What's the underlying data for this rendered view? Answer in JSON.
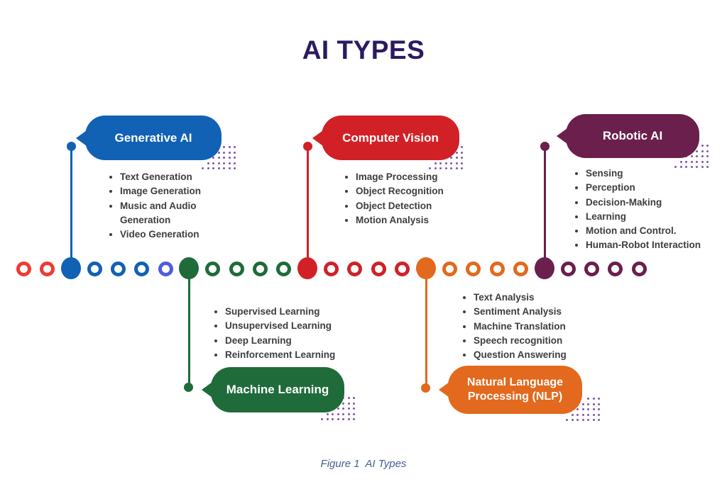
{
  "title": "AI TYPES",
  "caption": "Figure 1  AI Types",
  "colors": {
    "title": "#2b1a60",
    "caption": "#44618f",
    "list_text": "#3e3c41",
    "dots": "#8055a8",
    "background": "#ffffff"
  },
  "branches": [
    {
      "id": "generative-ai",
      "label": "Generative AI",
      "color": "#1161b4",
      "direction": "up",
      "items": [
        "Text Generation",
        "Image Generation",
        "Music and Audio Generation",
        "Video Generation"
      ]
    },
    {
      "id": "machine-learning",
      "label": "Machine Learning",
      "color": "#1f6b3a",
      "direction": "down",
      "items": [
        "Supervised Learning",
        "Unsupervised Learning",
        "Deep Learning",
        "Reinforcement Learning"
      ]
    },
    {
      "id": "computer-vision",
      "label": "Computer Vision",
      "color": "#d12127",
      "direction": "up",
      "items": [
        "Image Processing",
        "Object Recognition",
        "Object Detection",
        "Motion Analysis"
      ]
    },
    {
      "id": "natural-language-processing",
      "label": "Natural Language Processing (NLP)",
      "color": "#e2691d",
      "direction": "down",
      "items": [
        "Text Analysis",
        "Sentiment Analysis",
        "Machine Translation",
        "Speech recognition",
        "Question Answering"
      ]
    },
    {
      "id": "robotic-ai",
      "label": "Robotic AI",
      "color": "#6a1f4c",
      "direction": "up",
      "items": [
        "Sensing",
        "Perception",
        "Decision-Making",
        "Learning",
        "Motion and Control.",
        "Human-Robot Interaction"
      ]
    }
  ],
  "timeline": {
    "circles": [
      {
        "kind": "ring",
        "color": "#f03a31"
      },
      {
        "kind": "ring",
        "color": "#f03a31"
      },
      {
        "kind": "node",
        "color": "#1161b4"
      },
      {
        "kind": "ring",
        "color": "#1161b4"
      },
      {
        "kind": "ring",
        "color": "#1161b4"
      },
      {
        "kind": "ring",
        "color": "#1161b4"
      },
      {
        "kind": "ring",
        "color": "#4d5ce1"
      },
      {
        "kind": "node",
        "color": "#1f6b3a"
      },
      {
        "kind": "ring",
        "color": "#1f6b3a"
      },
      {
        "kind": "ring",
        "color": "#1f6b3a"
      },
      {
        "kind": "ring",
        "color": "#1f6b3a"
      },
      {
        "kind": "ring",
        "color": "#1f6b3a"
      },
      {
        "kind": "node",
        "color": "#d12127"
      },
      {
        "kind": "ring",
        "color": "#d12127"
      },
      {
        "kind": "ring",
        "color": "#d12127"
      },
      {
        "kind": "ring",
        "color": "#d12127"
      },
      {
        "kind": "ring",
        "color": "#d12127"
      },
      {
        "kind": "node",
        "color": "#e2691d"
      },
      {
        "kind": "ring",
        "color": "#e2691d"
      },
      {
        "kind": "ring",
        "color": "#e2691d"
      },
      {
        "kind": "ring",
        "color": "#e2691d"
      },
      {
        "kind": "ring",
        "color": "#e2691d"
      },
      {
        "kind": "node",
        "color": "#6a1f4c"
      },
      {
        "kind": "ring",
        "color": "#6a1f4c"
      },
      {
        "kind": "ring",
        "color": "#6a1f4c"
      },
      {
        "kind": "ring",
        "color": "#6a1f4c"
      },
      {
        "kind": "ring",
        "color": "#6a1f4c"
      }
    ]
  },
  "decor": {
    "dot_rows": [
      3,
      4,
      5,
      6,
      7
    ]
  }
}
